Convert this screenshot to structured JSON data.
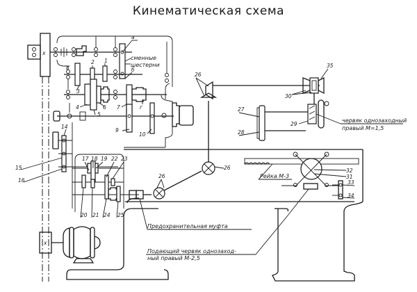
{
  "title": "Кинематическая схема",
  "labels": {
    "a": "а",
    "b": "б",
    "v": "в",
    "g": "г",
    "n1": "1",
    "n2": "2",
    "n3": "3",
    "n4": "4",
    "n5": "5",
    "n6": "6",
    "n7": "7",
    "n9": "9",
    "n10": "10",
    "n14": "14",
    "n15": "15",
    "n16": "16",
    "n17": "17",
    "n18": "18",
    "n19": "19",
    "n20": "20",
    "n21": "21",
    "n22": "22",
    "n23": "23",
    "n24": "24",
    "n25": "25",
    "n26a": "26",
    "n26b": "26",
    "n26c": "26",
    "n27": "27",
    "n28": "28",
    "n29": "29",
    "n30": "30",
    "n31": "31",
    "n32": "32",
    "n33": "33",
    "n34": "34",
    "n35": "35",
    "motor_x": "x",
    "clutch_x": "x"
  },
  "notes": {
    "replacement_gears_1": "сменные",
    "replacement_gears_2": "шестерни",
    "worm_right_1": "червяк однозаходный",
    "worm_right_2": "правый М=1,5",
    "rack": "Рейка М-3",
    "safety_clutch": "Предохранительная муфта",
    "feed_worm_1": "Подающий червяк однозаход-",
    "feed_worm_2": "ный правый М-2,5"
  }
}
